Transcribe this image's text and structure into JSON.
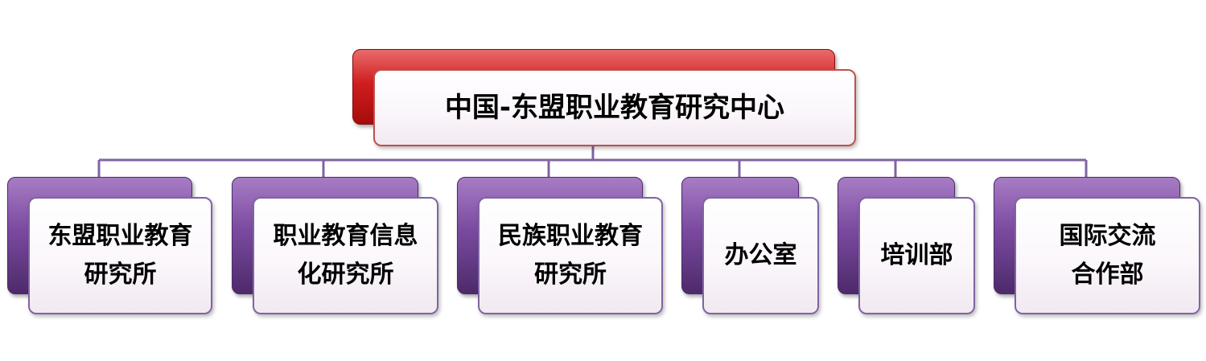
{
  "org_chart": {
    "root": {
      "label": "中国-东盟职业教育研究中心"
    },
    "children": [
      {
        "label": "东盟职业教育\n研究所"
      },
      {
        "label": "职业教育信息\n化研究所"
      },
      {
        "label": "民族职业教育\n研究所"
      },
      {
        "label": "办公室"
      },
      {
        "label": "培训部"
      },
      {
        "label": "国际交流\n合作部"
      }
    ]
  },
  "colors": {
    "root_accent": "#c0504d",
    "child_accent": "#8064a2",
    "connector": "#8064a2"
  }
}
